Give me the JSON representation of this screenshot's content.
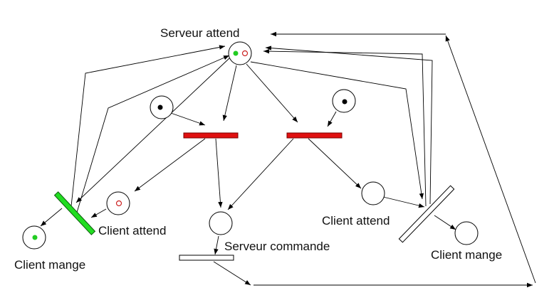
{
  "labels": {
    "serveur_attend": "Serveur attend",
    "client_attend_left": "Client attend",
    "client_attend_right": "Client attend",
    "client_mange_left": "Client mange",
    "client_mange_right": "Client mange",
    "serveur_commande": "Serveur commande"
  },
  "colors": {
    "enabled_transition": "#e01010",
    "fired_transition": "#22dd22",
    "idle_transition": "#ffffff",
    "token_black": "#000000",
    "token_green": "#22cc22",
    "token_red": "#cc2222"
  }
}
